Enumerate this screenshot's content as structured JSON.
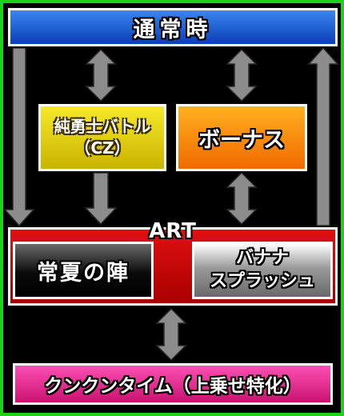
{
  "nodes": {
    "normal": "通常時",
    "cz_line1": "純勇士バトル",
    "cz_line2": "（CZ）",
    "bonus": "ボーナス",
    "art": "ART",
    "jin": "常夏の陣",
    "banana_line1": "バナナ",
    "banana_line2": "スプラッシュ",
    "kunkun": "クンクンタイム（上乗せ特化）"
  },
  "colors": {
    "background_border": "#1fd11a",
    "arrow_fill": "#8c8c8c",
    "normal": "#1a5fd8",
    "cz": "#e8d60a",
    "bonus": "#f58a00",
    "art": "#d00000",
    "kunkun": "#e02a8a"
  }
}
